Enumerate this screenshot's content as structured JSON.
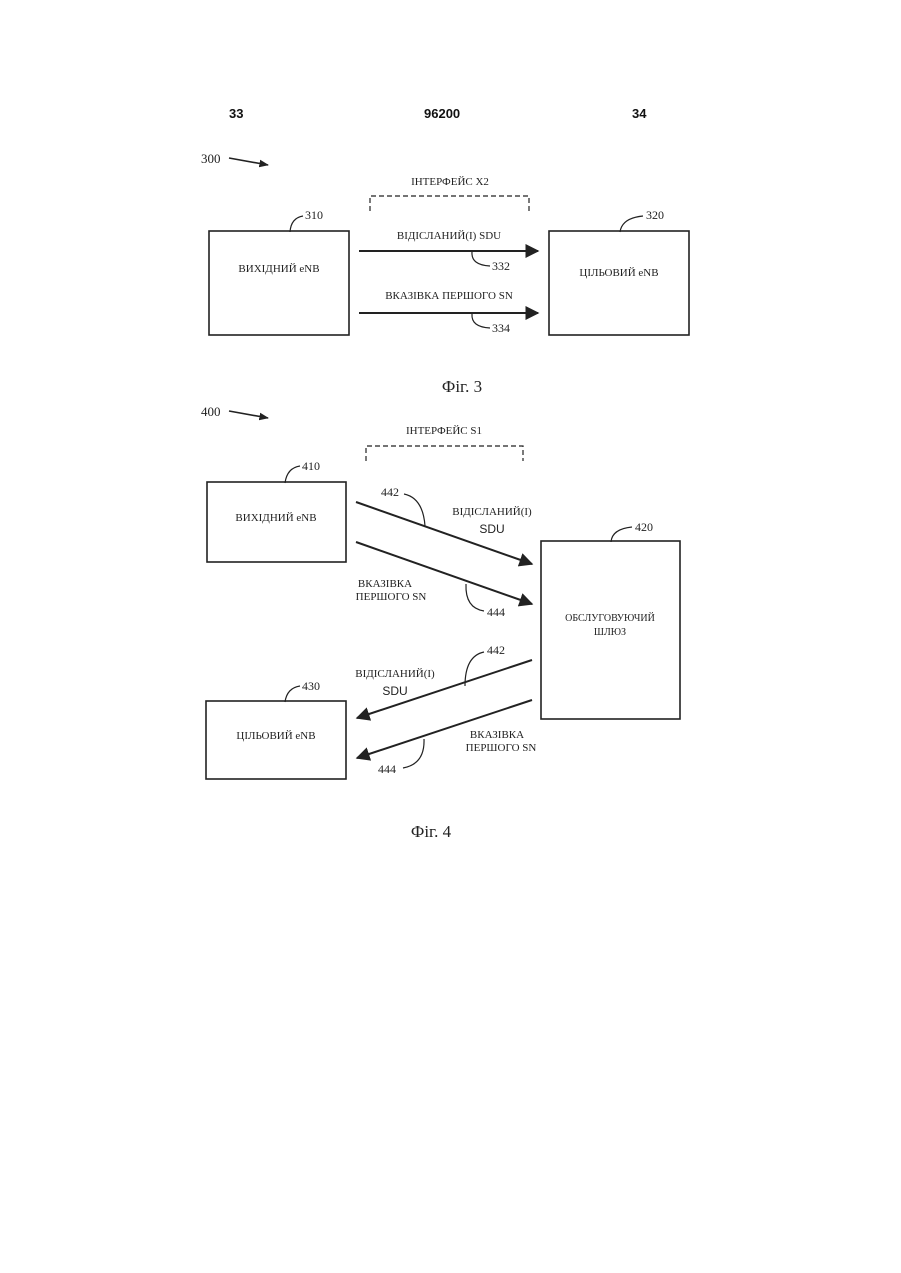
{
  "header": {
    "page_left": "33",
    "patent_number": "96200",
    "page_right": "34"
  },
  "fig3": {
    "ref_main": "300",
    "interface_label": "ІНТЕРФЕЙС X2",
    "source_ref": "310",
    "source_label": "ВИХІДНИЙ eNB",
    "target_ref": "320",
    "target_label": "ЦІЛЬОВИЙ eNB",
    "arrow1_label": "ВІДІСЛАНИЙ(І) SDU",
    "arrow1_ref": "332",
    "arrow2_label": "ВКАЗІВКА ПЕРШОГО SN",
    "arrow2_ref": "334",
    "caption": "Фіг. 3"
  },
  "fig4": {
    "ref_main": "400",
    "interface_label": "ІНТЕРФЕЙС S1",
    "source_ref": "410",
    "source_label": "ВИХІДНИЙ eNB",
    "gateway_ref": "420",
    "gateway_label_line1": "ОБСЛУГОВУЮЧИЙ",
    "gateway_label_line2": "ШЛЮЗ",
    "target_ref": "430",
    "target_label": "ЦІЛЬОВИЙ eNB",
    "sent_label_line1": "ВІДІСЛАНИЙ(І)",
    "sent_label_line2": "SDU",
    "indication_label_line1": "ВКАЗІВКА",
    "indication_label_line2": "ПЕРШОГО SN",
    "ref_442": "442",
    "ref_444": "444",
    "caption": "Фіг. 4"
  }
}
